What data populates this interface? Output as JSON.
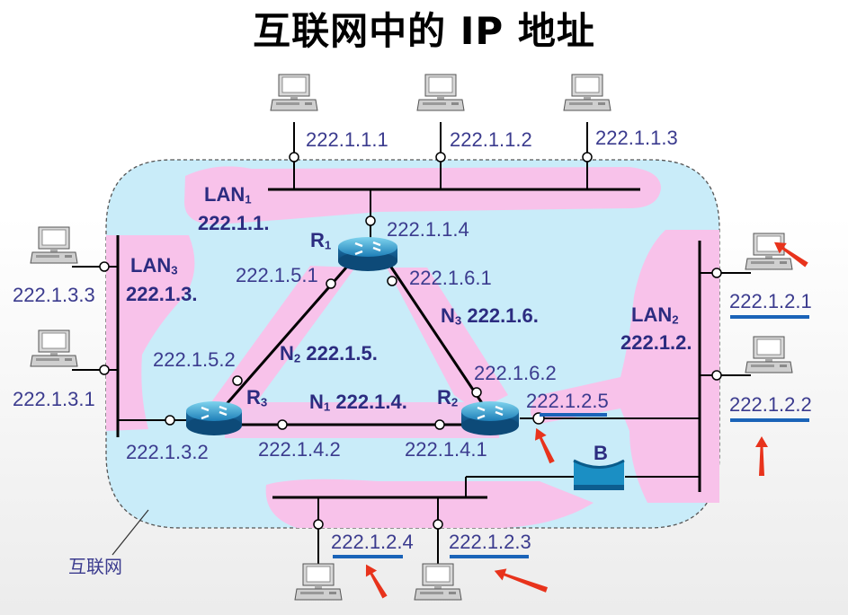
{
  "title": "互联网中的 IP 地址",
  "internet_label": "互联网",
  "lan1": {
    "name": "LAN",
    "sub": "1",
    "net": "222.1.1."
  },
  "lan2": {
    "name": "LAN",
    "sub": "2",
    "net": "222.1.2."
  },
  "lan3": {
    "name": "LAN",
    "sub": "3",
    "net": "222.1.3."
  },
  "n1": {
    "name": "N",
    "sub": "1",
    "net": "222.1.4."
  },
  "n2": {
    "name": "N",
    "sub": "2",
    "net": "222.1.5."
  },
  "n3": {
    "name": "N",
    "sub": "3",
    "net": "222.1.6."
  },
  "r1": {
    "name": "R",
    "sub": "1"
  },
  "r2": {
    "name": "R",
    "sub": "2"
  },
  "r3": {
    "name": "R",
    "sub": "3"
  },
  "bridge": "B",
  "ips": {
    "h111": "222.1.1.1",
    "h112": "222.1.1.2",
    "h113": "222.1.1.3",
    "r1_lan1": "222.1.1.4",
    "r1_n2": "222.1.5.1",
    "r1_n3": "222.1.6.1",
    "r3_n2": "222.1.5.2",
    "r2_n3": "222.1.6.2",
    "r2_lan2": "222.1.2.5",
    "h133": "222.1.3.3",
    "h131": "222.1.3.1",
    "r3_lan3": "222.1.3.2",
    "r3_n1": "222.1.4.2",
    "r2_n1": "222.1.4.1",
    "h121": "222.1.2.1",
    "h122": "222.1.2.2",
    "h124": "222.1.2.4",
    "h123": "222.1.2.3"
  },
  "colors": {
    "cloud": "#c9ecf9",
    "region": "#f8c2ea",
    "link": "#000000",
    "highlight_underline": "#1a63b8",
    "arrow": "#e8331c",
    "text": "#3b3b8e"
  }
}
